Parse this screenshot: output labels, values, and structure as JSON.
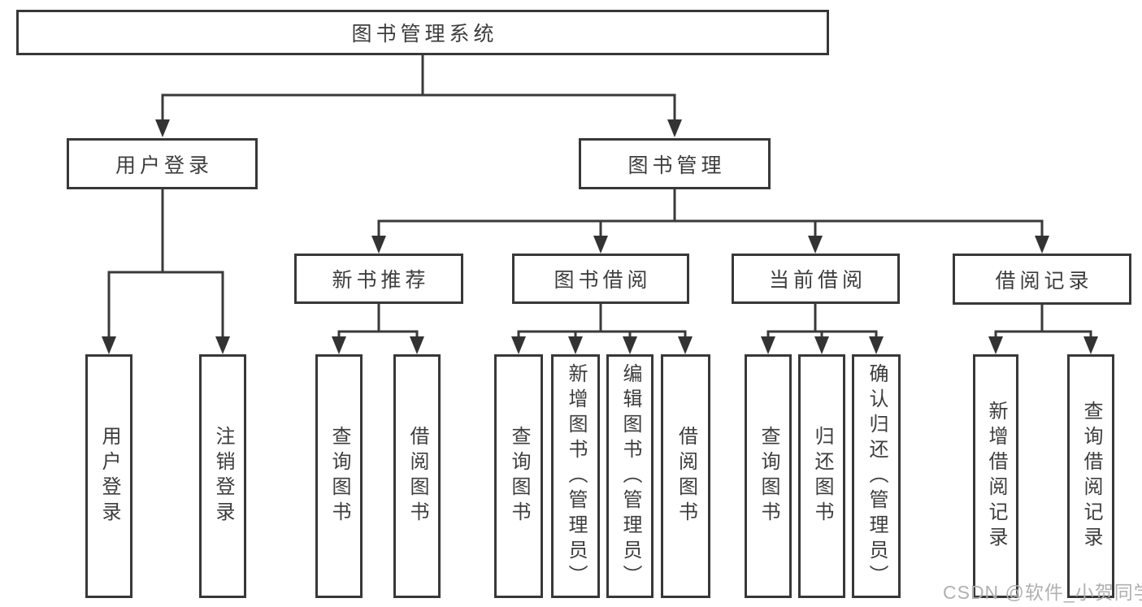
{
  "tree": {
    "root": {
      "label": "图书管理系统"
    },
    "branches": [
      {
        "label": "用户登录",
        "children": [
          {
            "label": "用户登录"
          },
          {
            "label": "注销登录"
          }
        ]
      },
      {
        "label": "图书管理",
        "children": [
          {
            "label": "新书推荐",
            "children": [
              {
                "label": "查询图书"
              },
              {
                "label": "借阅图书"
              }
            ]
          },
          {
            "label": "图书借阅",
            "children": [
              {
                "label": "查询图书"
              },
              {
                "label": "新增图书（管理员）"
              },
              {
                "label": "编辑图书（管理员）"
              },
              {
                "label": "借阅图书"
              }
            ]
          },
          {
            "label": "当前借阅",
            "children": [
              {
                "label": "查询图书"
              },
              {
                "label": "归还图书"
              },
              {
                "label": "确认归还（管理员）"
              }
            ]
          },
          {
            "label": "借阅记录",
            "children": [
              {
                "label": "新增借阅记录"
              },
              {
                "label": "查询借阅记录"
              }
            ]
          }
        ]
      }
    ]
  },
  "watermark": "CSDN @软件_小贺同学",
  "colors": {
    "line": "#3a3a3a",
    "text": "#3d3d3d",
    "watermark": "#b0b0b0",
    "background": "#ffffff"
  }
}
